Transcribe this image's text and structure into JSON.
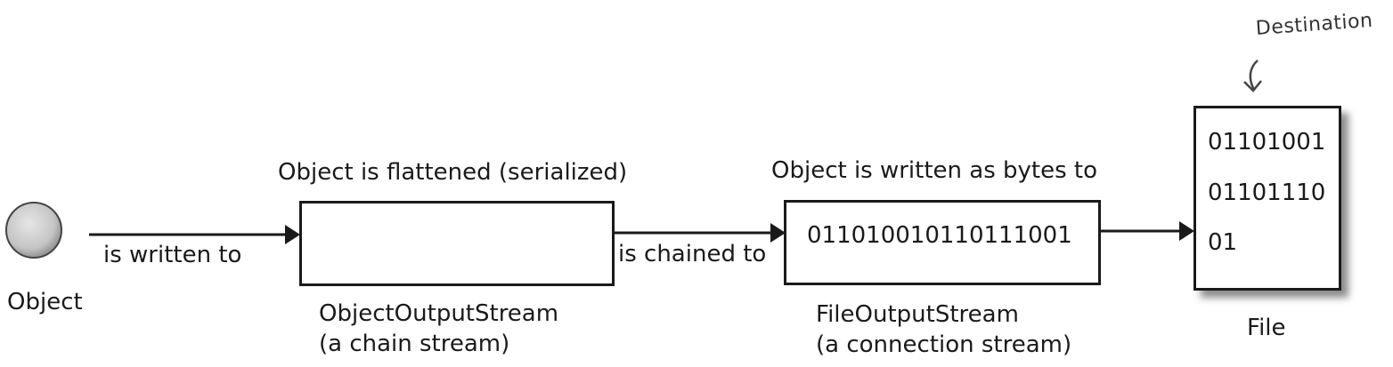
{
  "diagram": {
    "object": {
      "label": "Object"
    },
    "edges": {
      "written_to": "is written to",
      "chained_to": "is chained to"
    },
    "object_output_stream": {
      "caption": "Object is flattened (serialized)",
      "name": "ObjectOutputStream",
      "kind": "(a chain stream)"
    },
    "file_output_stream": {
      "caption": "Object is written as bytes to",
      "bytes": "011010010110111001",
      "name": "FileOutputStream",
      "kind": "(a connection stream)"
    },
    "file": {
      "annotation": "Destination",
      "lines": [
        "01101001",
        "01101110",
        "01"
      ],
      "label": "File"
    },
    "colors": {
      "ink": "#1a1a1a",
      "ball": "#bdbdbd",
      "disc": "#9a9a9a"
    }
  }
}
